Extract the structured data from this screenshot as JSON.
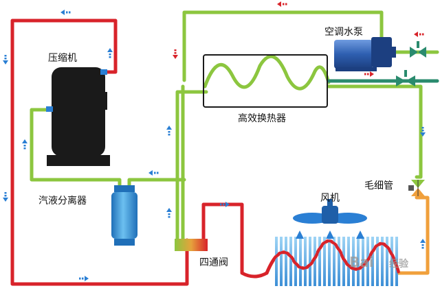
{
  "labels": {
    "compressor": "压缩机",
    "ac_pump": "空调水泵",
    "heat_exchanger": "高效换热器",
    "capillary": "毛细管",
    "fan": "风机",
    "separator": "汽液分离器",
    "four_way_valve": "四通阀"
  },
  "watermark": {
    "logo_text": "Bai",
    "text": "经验"
  },
  "colors": {
    "hot_pipe": "#d8232a",
    "cold_pipe": "#8cc63f",
    "water_pipe": "#2a8b6e",
    "mid_pipe": "#f0a03c",
    "flow_arrow": "#2a7fd4",
    "water_arrow": "#d8232a",
    "component": "#1a1a1a",
    "tank": "#3da6e0",
    "pump": "#3f72c8",
    "fin_blue": "#4aa3df"
  }
}
